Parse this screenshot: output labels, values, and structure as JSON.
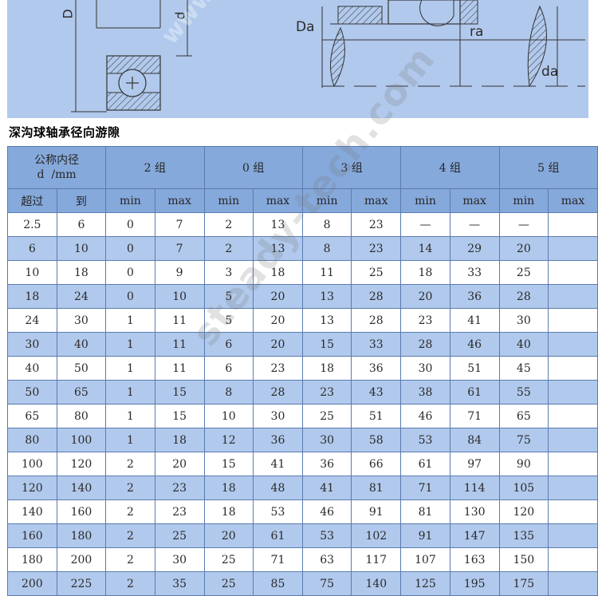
{
  "diagram": {
    "label_D": "D",
    "label_d": "d",
    "label_Da": "Da",
    "label_ra": "ra",
    "label_da": "da",
    "watermark_text": "www"
  },
  "section_title": "深沟球轴承径向游隙",
  "table": {
    "nominal_header_line1": "公称内径",
    "nominal_header_line2": "d  /mm",
    "groups": [
      "2 组",
      "0 组",
      "3 组",
      "4 组",
      "5 组"
    ],
    "sub_over": "超过",
    "sub_to": "到",
    "sub_min": "min",
    "sub_max": "max",
    "rows": [
      [
        "2.5",
        "6",
        "0",
        "7",
        "2",
        "13",
        "8",
        "23",
        "—",
        "—",
        "—"
      ],
      [
        "6",
        "10",
        "0",
        "7",
        "2",
        "13",
        "8",
        "23",
        "14",
        "29",
        "20"
      ],
      [
        "10",
        "18",
        "0",
        "9",
        "3",
        "18",
        "11",
        "25",
        "18",
        "33",
        "25"
      ],
      [
        "18",
        "24",
        "0",
        "10",
        "5",
        "20",
        "13",
        "28",
        "20",
        "36",
        "28"
      ],
      [
        "24",
        "30",
        "1",
        "11",
        "5",
        "20",
        "13",
        "28",
        "23",
        "41",
        "30"
      ],
      [
        "30",
        "40",
        "1",
        "11",
        "6",
        "20",
        "15",
        "33",
        "28",
        "46",
        "40"
      ],
      [
        "40",
        "50",
        "1",
        "11",
        "6",
        "23",
        "18",
        "36",
        "30",
        "51",
        "45"
      ],
      [
        "50",
        "65",
        "1",
        "15",
        "8",
        "28",
        "23",
        "43",
        "38",
        "61",
        "55"
      ],
      [
        "65",
        "80",
        "1",
        "15",
        "10",
        "30",
        "25",
        "51",
        "46",
        "71",
        "65"
      ],
      [
        "80",
        "100",
        "1",
        "18",
        "12",
        "36",
        "30",
        "58",
        "53",
        "84",
        "75"
      ],
      [
        "100",
        "120",
        "2",
        "20",
        "15",
        "41",
        "36",
        "66",
        "61",
        "97",
        "90"
      ],
      [
        "120",
        "140",
        "2",
        "23",
        "18",
        "48",
        "41",
        "81",
        "71",
        "114",
        "105"
      ],
      [
        "140",
        "160",
        "2",
        "23",
        "18",
        "53",
        "46",
        "91",
        "81",
        "130",
        "120"
      ],
      [
        "160",
        "180",
        "2",
        "25",
        "20",
        "61",
        "53",
        "102",
        "91",
        "147",
        "135"
      ],
      [
        "180",
        "200",
        "2",
        "30",
        "25",
        "71",
        "63",
        "117",
        "107",
        "163",
        "150"
      ],
      [
        "200",
        "225",
        "2",
        "35",
        "25",
        "85",
        "75",
        "140",
        "125",
        "195",
        "175"
      ]
    ]
  },
  "table_watermark": "steady-tech.com",
  "colors": {
    "header_bg": "#86a9dc",
    "alt_row_bg": "#b1c9ec",
    "diagram_bg": "#b1c9ec"
  }
}
